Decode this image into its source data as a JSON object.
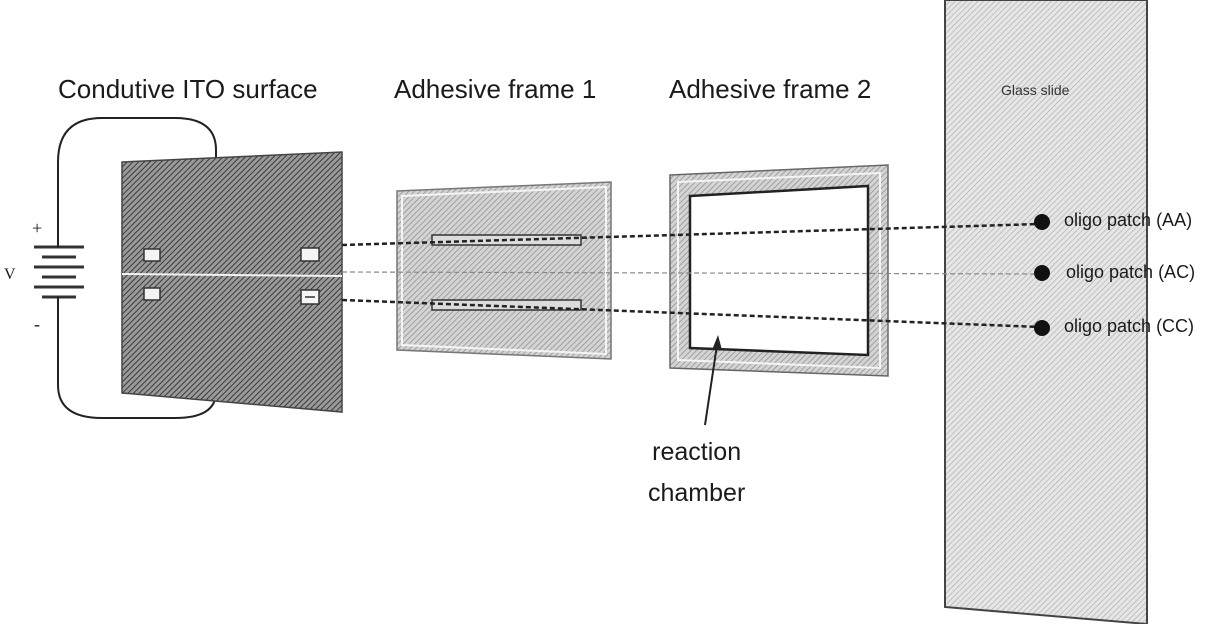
{
  "titles": {
    "ito": "Condutive ITO surface",
    "frame1": "Adhesive frame 1",
    "frame2": "Adhesive frame 2"
  },
  "glass_slide": "Glass slide",
  "patches": [
    "oligo patch (AA)",
    "oligo patch (AC)",
    "oligo patch (CC)"
  ],
  "battery": {
    "positive": "+",
    "negative": "-",
    "voltage": "V"
  },
  "reaction_chamber": [
    "reaction",
    "chamber"
  ],
  "colors": {
    "line": "#222222",
    "hatch": "#666666",
    "frame": "#999999"
  }
}
